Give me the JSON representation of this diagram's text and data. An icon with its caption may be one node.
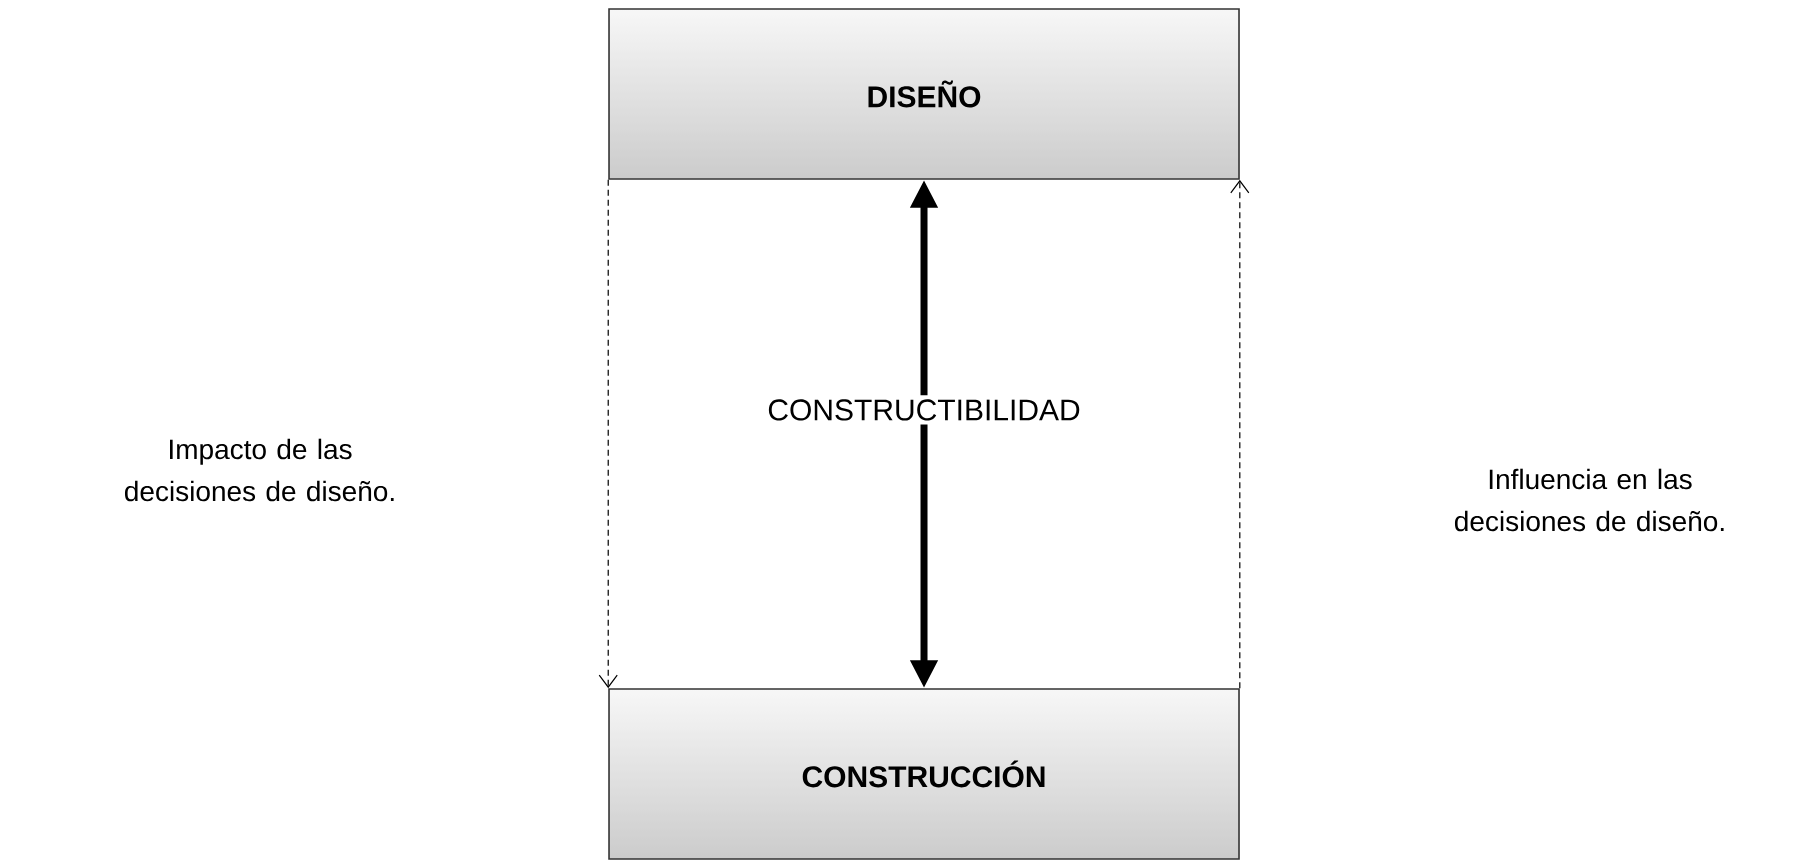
{
  "diagram": {
    "nodes": [
      {
        "text": [
          "DISEÑO"
        ]
      },
      {
        "text": [
          "CONSTRUCCIÓN"
        ]
      }
    ],
    "edges": [
      {
        "from": 0,
        "to": 1,
        "arrow": "both",
        "style": "thick",
        "label": "CONSTRUCTIBILIDAD"
      },
      {
        "from": 0,
        "to": 1,
        "arrow": "to",
        "style": "dashed"
      },
      {
        "from": 1,
        "to": 0,
        "arrow": "to",
        "style": "dashed"
      }
    ],
    "labels": [
      "Impacto de las decisiones de diseño.",
      "Influencia en las decisiones de diseño."
    ]
  }
}
